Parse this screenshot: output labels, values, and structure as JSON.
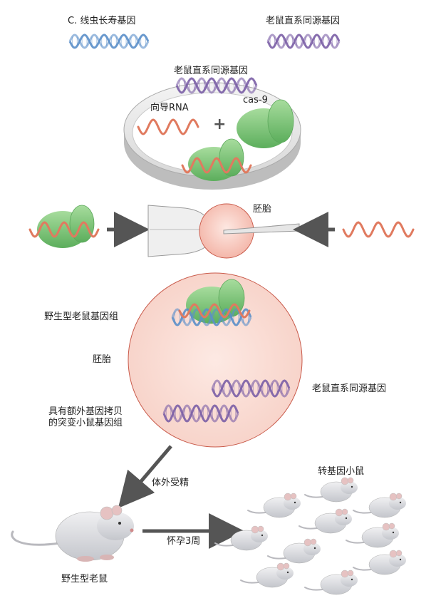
{
  "labels": {
    "celegans_gene": "C. 线虫长寿基因",
    "mouse_ortholog_top": "老鼠直系同源基因",
    "mouse_ortholog_dish": "老鼠直系同源基因",
    "guide_rna": "向导RNA",
    "cas9": "cas-9",
    "plus": "+",
    "embryo_top": "胚胎",
    "wild_type_genome": "野生型老鼠基因组",
    "embryo_mid": "胚胎",
    "mouse_ortholog_mid": "老鼠直系同源基因",
    "mutant_genome_line1": "具有额外基因拷贝",
    "mutant_genome_line2": "的突变小鼠基因组",
    "ivf": "体外受精",
    "transgenic_mice": "转基因小鼠",
    "pregnancy": "怀孕3周",
    "wild_type_mouse": "野生型老鼠"
  },
  "colors": {
    "worm_dna": "#5b8fc9",
    "mouse_dna": "#7b5fa6",
    "guide_rna": "#e07a5f",
    "cas9": "#7cc47a",
    "embryo": "#f5c6bd",
    "arrow": "#555555"
  }
}
